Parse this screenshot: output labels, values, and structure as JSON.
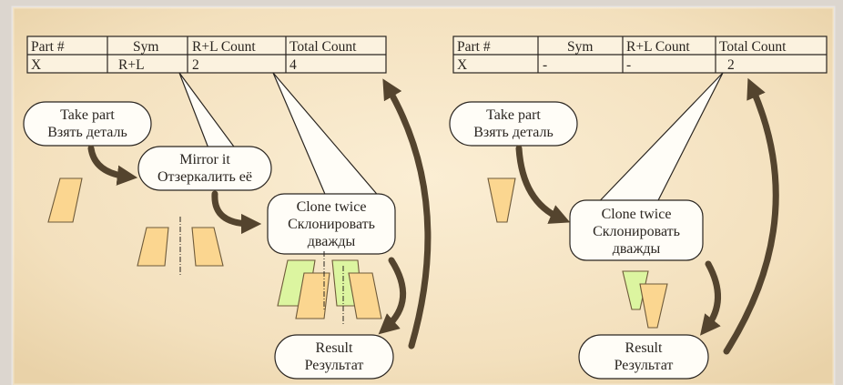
{
  "left_table": {
    "headers": [
      "Part #",
      "Sym",
      "R+L Count",
      "Total Count"
    ],
    "row": [
      "X",
      "R+L",
      "2",
      "4"
    ]
  },
  "right_table": {
    "headers": [
      "Part #",
      "Sym",
      "R+L Count",
      "Total Count"
    ],
    "row": [
      "X",
      "-",
      "-",
      "2"
    ]
  },
  "left_steps": {
    "take_part": [
      "Take part",
      "Взять деталь"
    ],
    "mirror": [
      "Mirror it",
      "Отзеркалить её"
    ],
    "clone": [
      "Clone twice",
      "Склонировать",
      "дважды"
    ],
    "result": [
      "Result",
      "Результат"
    ]
  },
  "right_steps": {
    "take_part": [
      "Take part",
      "Взять деталь"
    ],
    "clone": [
      "Clone twice",
      "Склонировать",
      "дважды"
    ],
    "result": [
      "Result",
      "Результат"
    ]
  },
  "colors": {
    "part_orange": "#fbd690",
    "part_green": "#dcf5a0",
    "arrow": "#54442e",
    "panel_bg": "#f7e6c5"
  }
}
